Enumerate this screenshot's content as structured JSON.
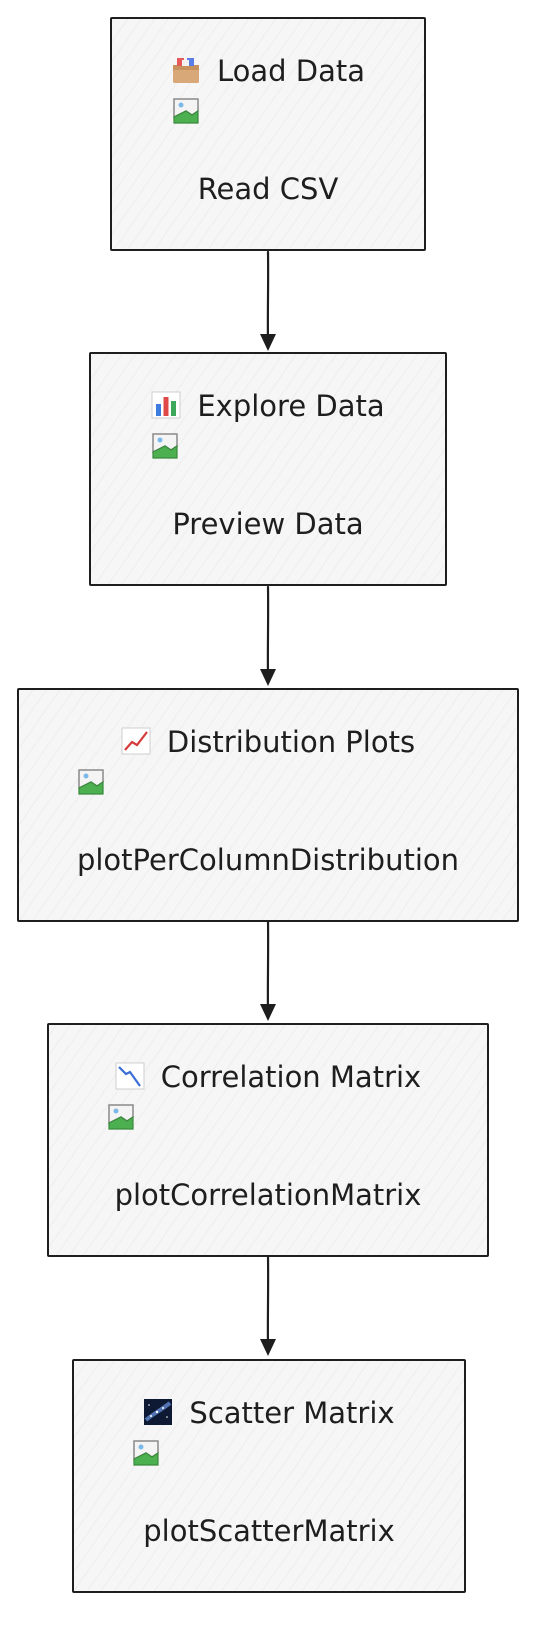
{
  "nodes": [
    {
      "id": "load-data",
      "title": "Load Data",
      "subtitle": "Read CSV",
      "icon": "card-file-box-icon"
    },
    {
      "id": "explore-data",
      "title": "Explore Data",
      "subtitle": "Preview Data",
      "icon": "bar-chart-icon"
    },
    {
      "id": "distribution-plots",
      "title": "Distribution Plots",
      "subtitle": "plotPerColumnDistribution",
      "icon": "chart-increasing-icon"
    },
    {
      "id": "correlation-matrix",
      "title": "Correlation Matrix",
      "subtitle": "plotCorrelationMatrix",
      "icon": "chart-decreasing-icon"
    },
    {
      "id": "scatter-matrix",
      "title": "Scatter Matrix",
      "subtitle": "plotScatterMatrix",
      "icon": "milky-way-icon"
    }
  ],
  "edges": [
    {
      "from": "load-data",
      "to": "explore-data"
    },
    {
      "from": "explore-data",
      "to": "distribution-plots"
    },
    {
      "from": "distribution-plots",
      "to": "correlation-matrix"
    },
    {
      "from": "correlation-matrix",
      "to": "scatter-matrix"
    }
  ],
  "colors": {
    "stroke": "#1e1e1e",
    "fill": "#f6f6f6",
    "text": "#1e1e1e"
  }
}
